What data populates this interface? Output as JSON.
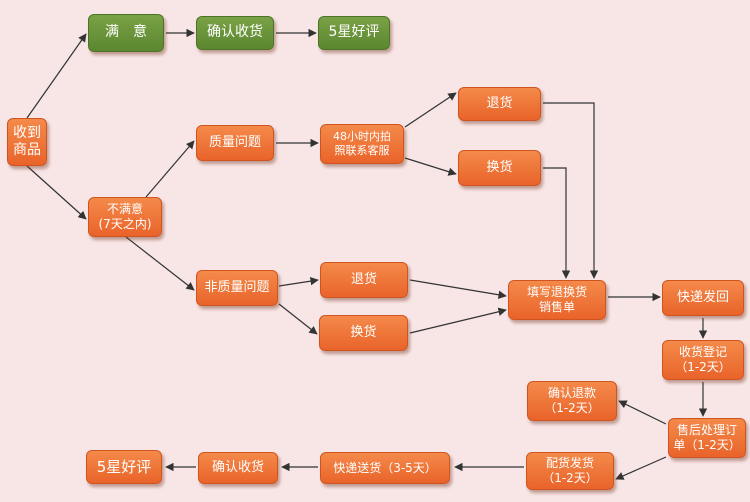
{
  "nodes": {
    "receive": "收到\n商品",
    "satisfied": "满　意",
    "confirm_top": "确认收货",
    "five_top": "5星好评",
    "unsatisfied": "不满意\n(7天之内)",
    "quality": "质量问题",
    "photo": "48小时内拍\n照联系客服",
    "return_q": "退货",
    "exchange_q": "换货",
    "nonquality": "非质量问题",
    "return_nq": "退货",
    "exchange_nq": "换货",
    "fill": "填写退换货\n销售单",
    "express_back": "快递发回",
    "register": "收货登记\n（1-2天）",
    "aftersale": "售后处理订\n单（1-2天）",
    "refund": "确认退款\n（1-2天）",
    "ship": "配货发货\n（1-2天）",
    "deliver": "快递送货（3-5天）",
    "confirm_bot": "确认收货",
    "five_bot": "5星好评"
  },
  "colors": {
    "green": "#6a9a3a",
    "orange": "#ee7236",
    "arrow": "#333333",
    "background": "#f8e6e6"
  }
}
